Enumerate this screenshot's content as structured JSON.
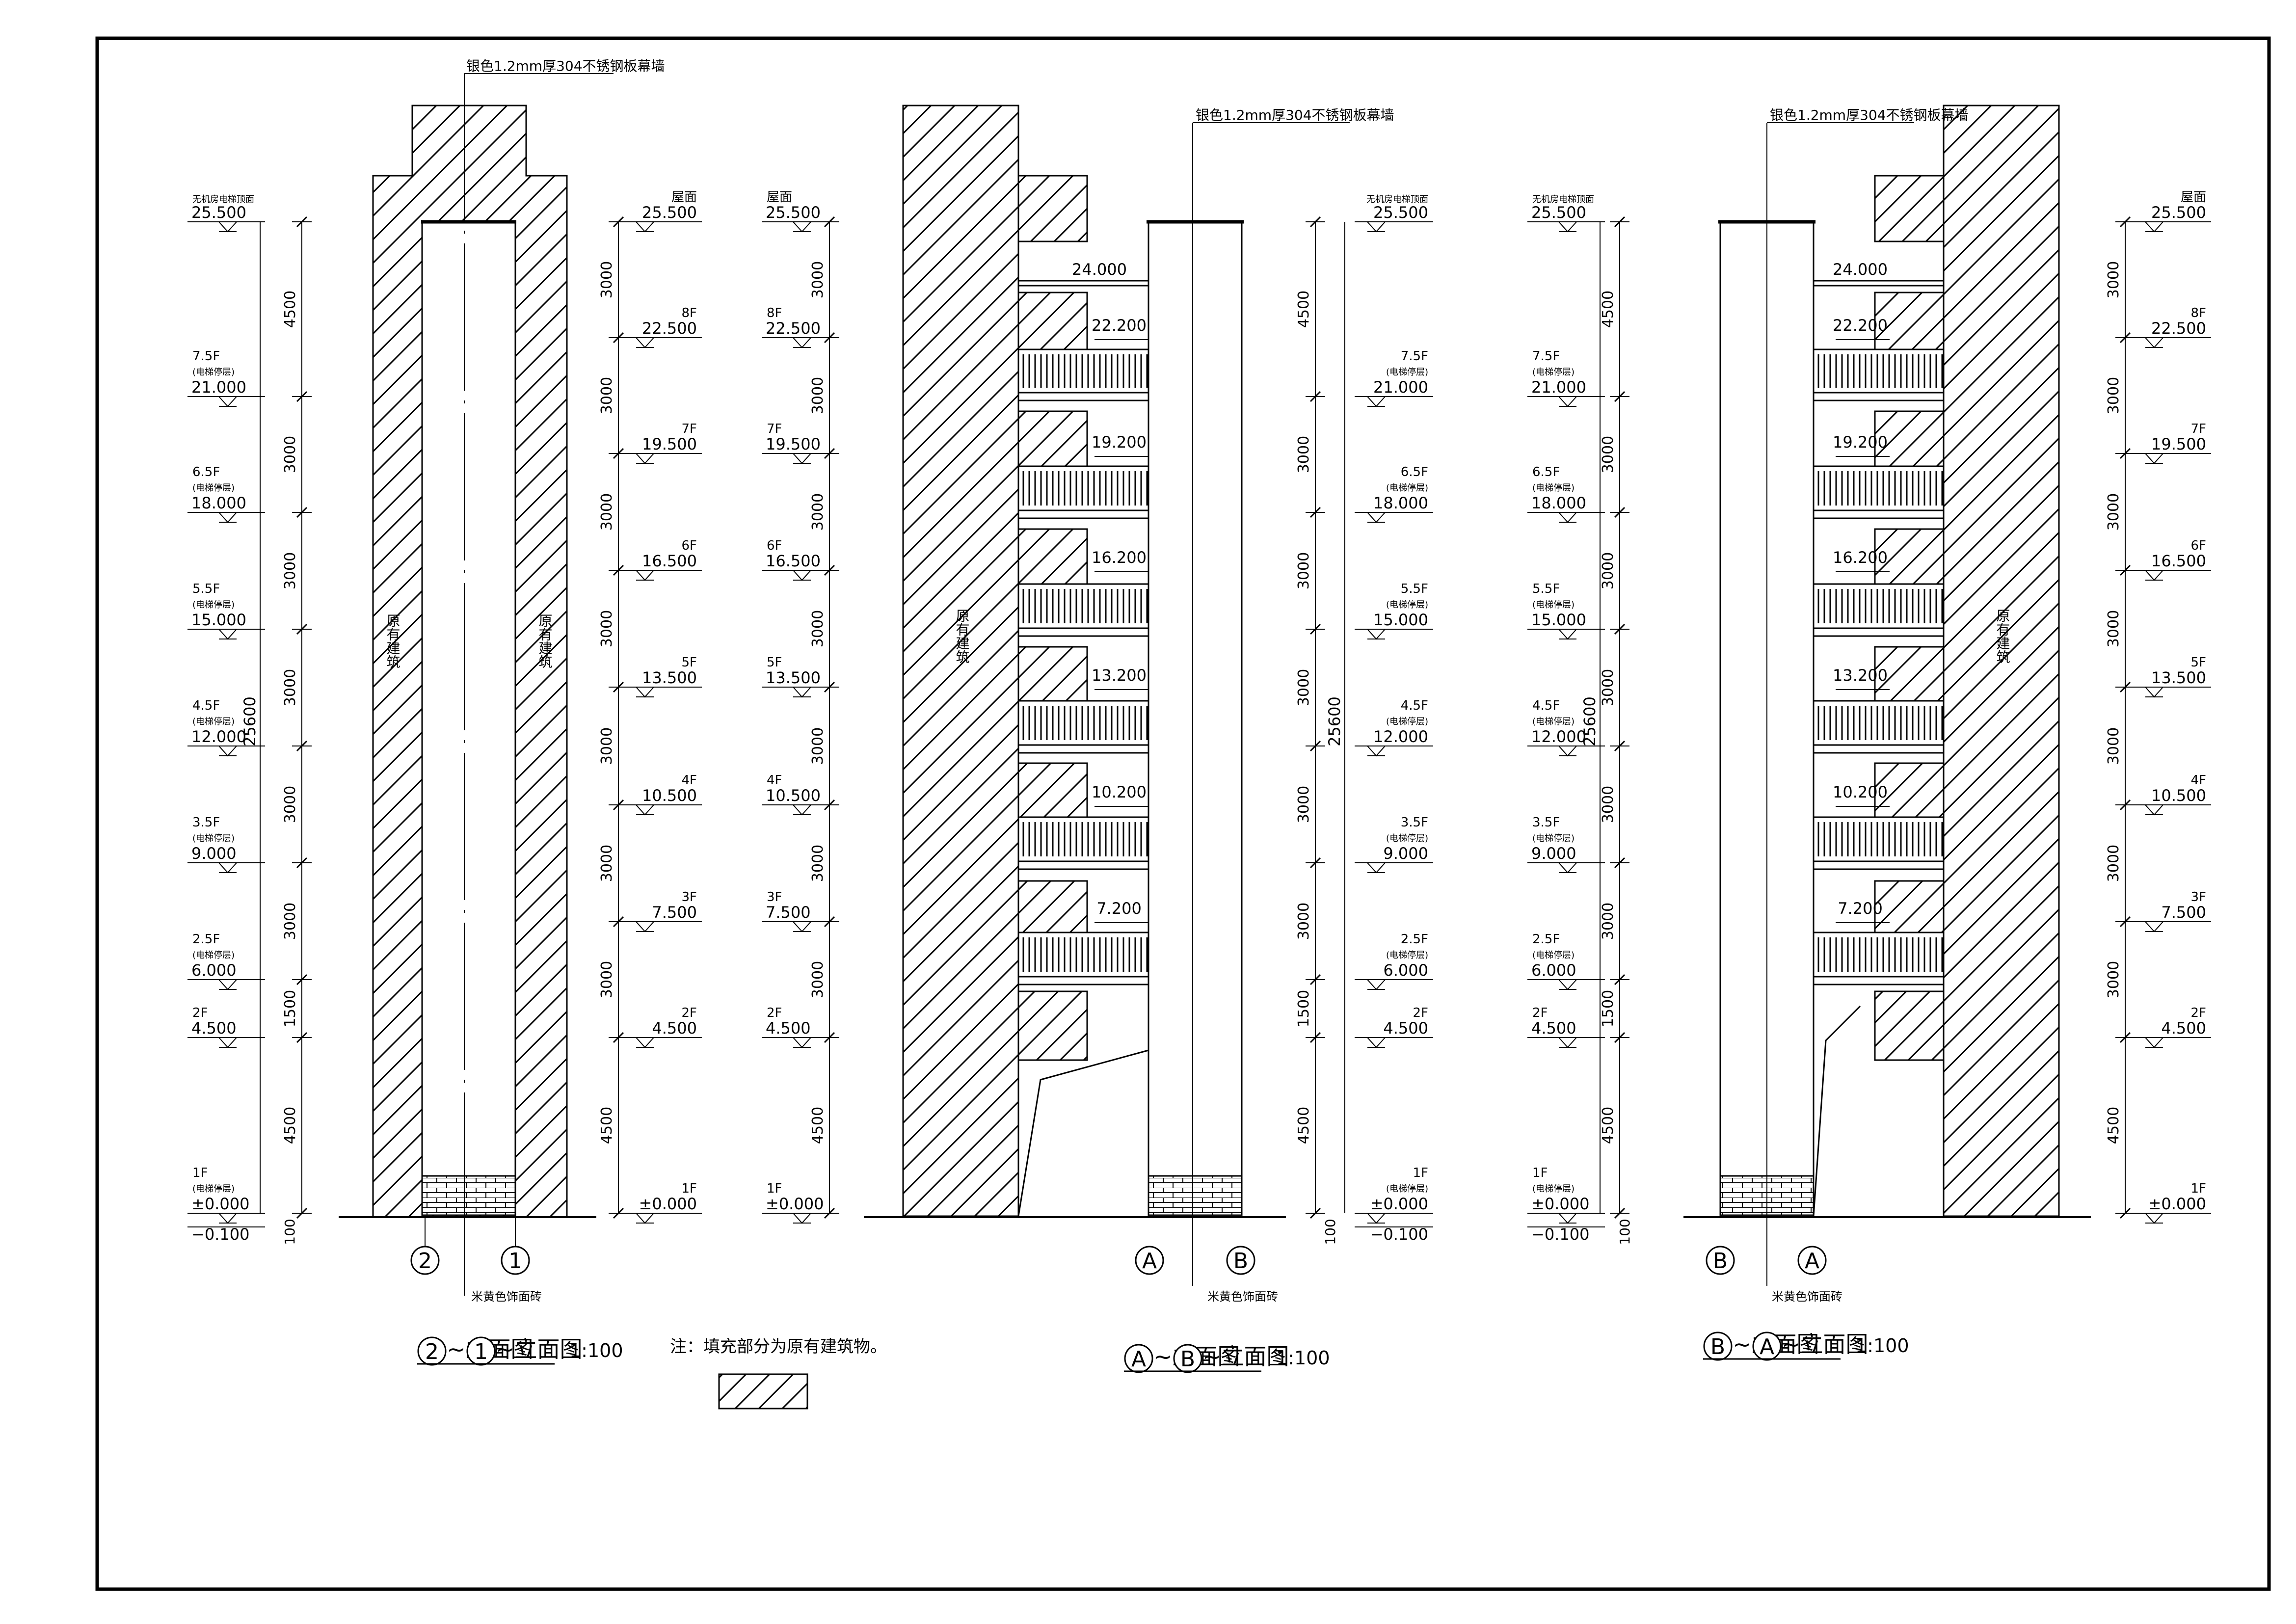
{
  "material_note": "银色1.2mm厚304不锈钢板幕墙",
  "tile_note": "米黄色饰面砖",
  "fill_legend_note": "注：填充部分为原有建筑物。",
  "existing_building_label": "原有建筑",
  "scale": "1:100",
  "total_height": "25600",
  "overhang": "100",
  "elevation_values": {
    "e_roof": "25.500",
    "e_24": "24.000",
    "e_8f": "22.500",
    "e_222": "22.200",
    "e_75f": "21.000",
    "e_7f": "19.500",
    "e_192": "19.200",
    "e_65f": "18.000",
    "e_6f": "16.500",
    "e_162": "16.200",
    "e_55f": "15.000",
    "e_5f": "13.500",
    "e_132": "13.200",
    "e_45f": "12.000",
    "e_4f": "10.500",
    "e_102": "10.200",
    "e_35f": "9.000",
    "e_3f": "7.500",
    "e_72": "7.200",
    "e_25f": "6.000",
    "e_2f": "4.500",
    "e_1f": "±0.000",
    "e_m01": "−0.100"
  },
  "level_names": {
    "roof": "屋面",
    "machineless_roof": "无机房电梯顶面",
    "stop_floor": "(电梯停层)",
    "f8": "8F",
    "f75": "7.5F",
    "f7": "7F",
    "f65": "6.5F",
    "f6": "6F",
    "f55": "5.5F",
    "f5": "5F",
    "f45": "4.5F",
    "f4": "4F",
    "f35": "3.5F",
    "f3": "3F",
    "f25": "2.5F",
    "f2": "2F",
    "f1": "1F"
  },
  "dims": {
    "d4500": "4500",
    "d3000": "3000",
    "d1500": "1500"
  },
  "axis_labels": {
    "a1": "1",
    "a2": "2",
    "aA": "A",
    "aB": "B"
  },
  "elevations": [
    {
      "id": "e21",
      "title": "~立面图",
      "axis_left": "2",
      "axis_right": "1"
    },
    {
      "id": "eAB",
      "title": "~立面图",
      "axis_left": "A",
      "axis_right": "B"
    },
    {
      "id": "eBA",
      "title": "~立面图",
      "axis_left": "B",
      "axis_right": "A"
    }
  ]
}
